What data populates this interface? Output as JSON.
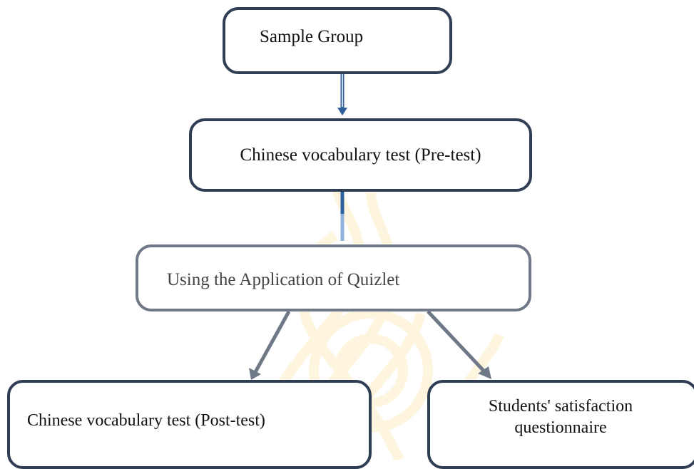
{
  "diagram": {
    "nodes": {
      "sample_group": "Sample Group",
      "pretest": "Chinese vocabulary test (Pre-test)",
      "quizlet": "Using the Application of Quizlet",
      "posttest": "Chinese vocabulary test (Post-test)",
      "satisfaction": "Students' satisfaction questionnaire"
    },
    "colors": {
      "border_dark": "#2f3e55",
      "border_gray": "#6f7886",
      "arrow_blue": "#2e5f9e",
      "arrow_gray": "#6f7886",
      "watermark": "#f0b400"
    }
  }
}
